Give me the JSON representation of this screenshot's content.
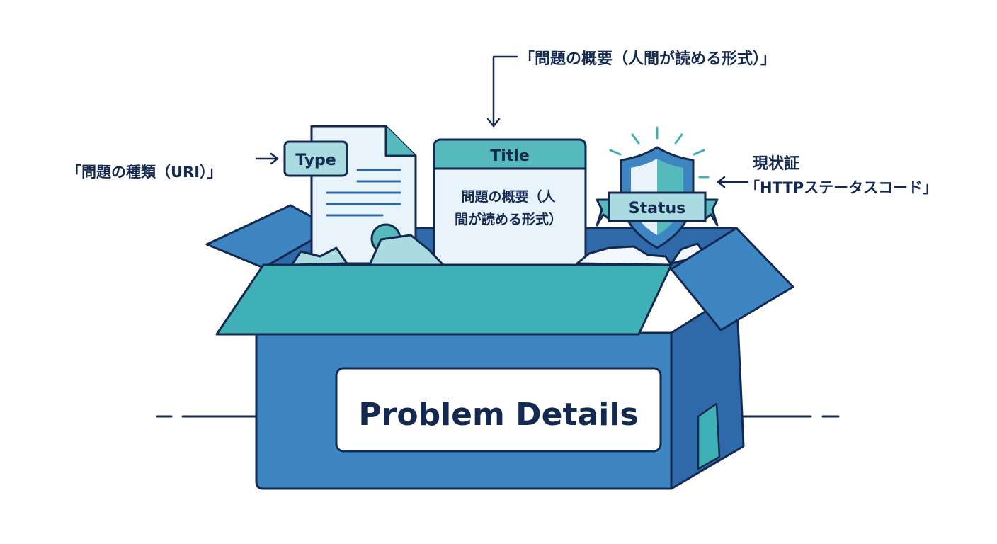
{
  "box": {
    "label": "Problem Details"
  },
  "items": {
    "type": {
      "tag": "Type"
    },
    "title": {
      "header": "Title",
      "body_lines": [
        "問題の概要（人",
        "間が読める形式）"
      ]
    },
    "status": {
      "ribbon": "Status"
    }
  },
  "callouts": {
    "type": "「問題の種類（URI）」",
    "title": "「問題の概要（人間が読める形式）」",
    "status_line1": "現状証",
    "status_line2": "「HTTPステータスコード」"
  },
  "colors": {
    "outline": "#14294f",
    "box_front": "#3d86c2",
    "box_side": "#2e6aa9",
    "box_flap_teal": "#3fb0b5",
    "teal": "#56b9bb",
    "teal_light": "#a9dbe0",
    "paper": "#e8f3fb"
  }
}
